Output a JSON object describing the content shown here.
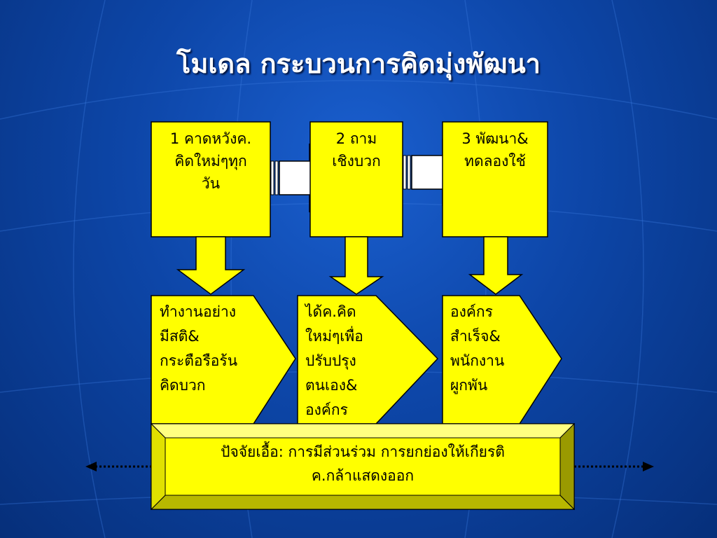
{
  "title": "โมเดล กระบวนการคิดมุ่งพัฒนา",
  "colors": {
    "box_fill": "#ffff00",
    "box_stroke": "#000000",
    "arrow_fill": "#ffffff",
    "background": "#0d46a8"
  },
  "steps": [
    {
      "label": "1 คาดหวังค.คิดใหม่ๆทุกวัน",
      "lines": [
        "1 คาดหวังค.",
        "คิดใหม่ๆทุก",
        "วัน"
      ]
    },
    {
      "label": "2 ถามเชิงบวก",
      "lines": [
        "2 ถาม",
        "เชิงบวก"
      ]
    },
    {
      "label": "3 พัฒนา&ทดลองใช้",
      "lines": [
        "3 พัฒนา&",
        "ทดลองใช้"
      ]
    }
  ],
  "results": [
    {
      "lines": [
        "ทำงานอย่าง",
        "มีสติ&",
        "กระตือรือร้น",
        "คิดบวก"
      ]
    },
    {
      "lines": [
        "ได้ค.คิด",
        "ใหม่ๆเพื่อ",
        "ปรับปรุง",
        "ตนเอง&",
        "องค์กร"
      ]
    },
    {
      "lines": [
        "องค์กร",
        "สำเร็จ&",
        "พนักงาน",
        "ผูกพัน"
      ]
    }
  ],
  "footer": {
    "line1": "ปัจจัยเอื้อ: การมีส่วนร่วม การยกย่องให้เกียรติ",
    "line2": "ค.กล้าแสดงออก"
  }
}
